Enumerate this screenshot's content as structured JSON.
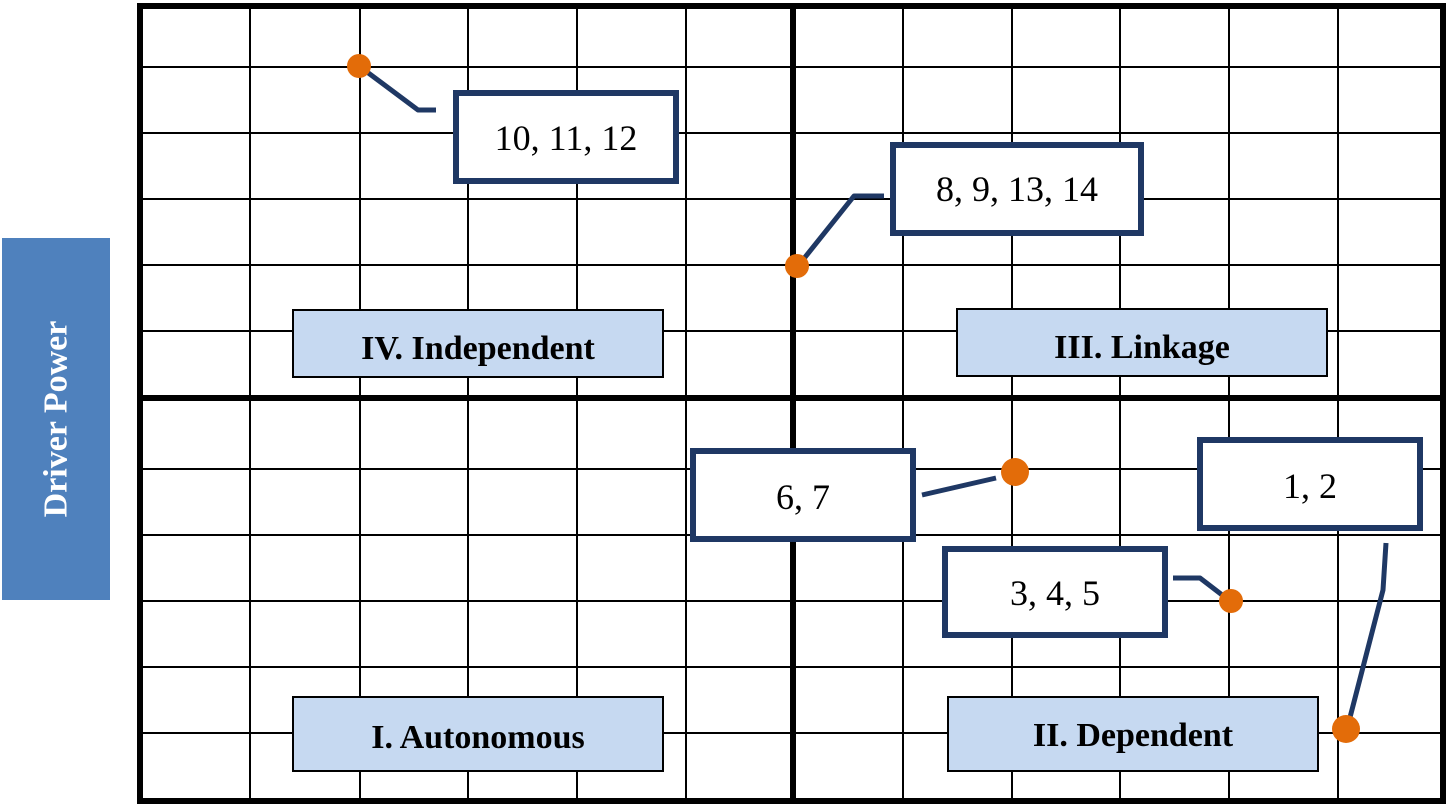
{
  "axis": {
    "y_label": "Driver Power"
  },
  "quadrants": [
    {
      "id": "I",
      "label": "I. Autonomous"
    },
    {
      "id": "II",
      "label": "II. Dependent"
    },
    {
      "id": "III",
      "label": "III. Linkage"
    },
    {
      "id": "IV",
      "label": "IV. Independent"
    }
  ],
  "clusters": [
    {
      "label": "10, 11, 12",
      "driver_power": 11,
      "dependence": 2
    },
    {
      "label": "8, 9, 13, 14",
      "driver_power": 8,
      "dependence": 6
    },
    {
      "label": "6, 7",
      "driver_power": 5,
      "dependence": 8
    },
    {
      "label": "3, 4, 5",
      "driver_power": 3,
      "dependence": 10
    },
    {
      "label": "1, 2",
      "driver_power": 1,
      "dependence": 11
    }
  ],
  "colors": {
    "point": "#e36c09",
    "box_border": "#1f3864",
    "quad_box_fill": "#c6d9f1",
    "ylabel_fill": "#4f81bd"
  }
}
